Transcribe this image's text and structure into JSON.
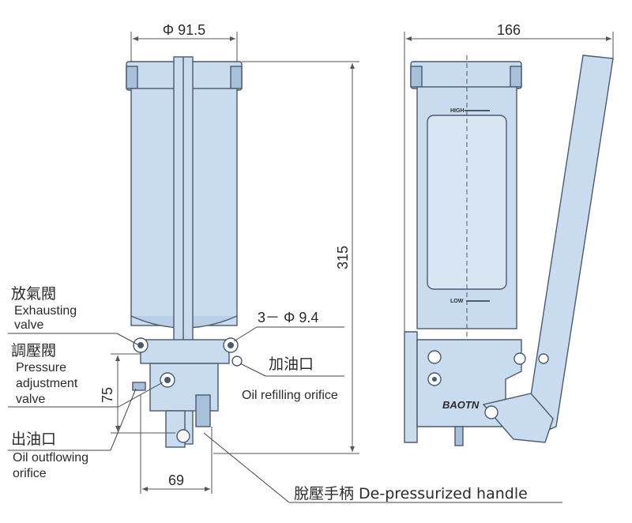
{
  "dimensions": {
    "diameter_top": "Φ 91.5",
    "width_side": "166",
    "height_total": "315",
    "orifice": "3－ Φ 9.4",
    "height_lower": "75",
    "width_bottom": "69"
  },
  "labels": {
    "exhaust_cn": "放氣閥",
    "exhaust_en_1": "Exhausting",
    "exhaust_en_2": "valve",
    "pressure_cn": "調壓閥",
    "pressure_en_1": "Pressure",
    "pressure_en_2": "adjustment",
    "pressure_en_3": "valve",
    "refill_cn": "加油口",
    "refill_en": "Oil refilling orifice",
    "outflow_cn": "出油口",
    "outflow_en_1": "Oil outflowing",
    "outflow_en_2": "orifice",
    "handle": "脫壓手柄 De-pressurized handle"
  },
  "tank_marks": {
    "high": "HIGH",
    "low": "LOW"
  },
  "brand": "BAOTN",
  "colors": {
    "body_fill": "#c9dcef",
    "body_shade": "#a9c0da",
    "outline": "#4a5a70",
    "text": "#2b2b2b"
  }
}
